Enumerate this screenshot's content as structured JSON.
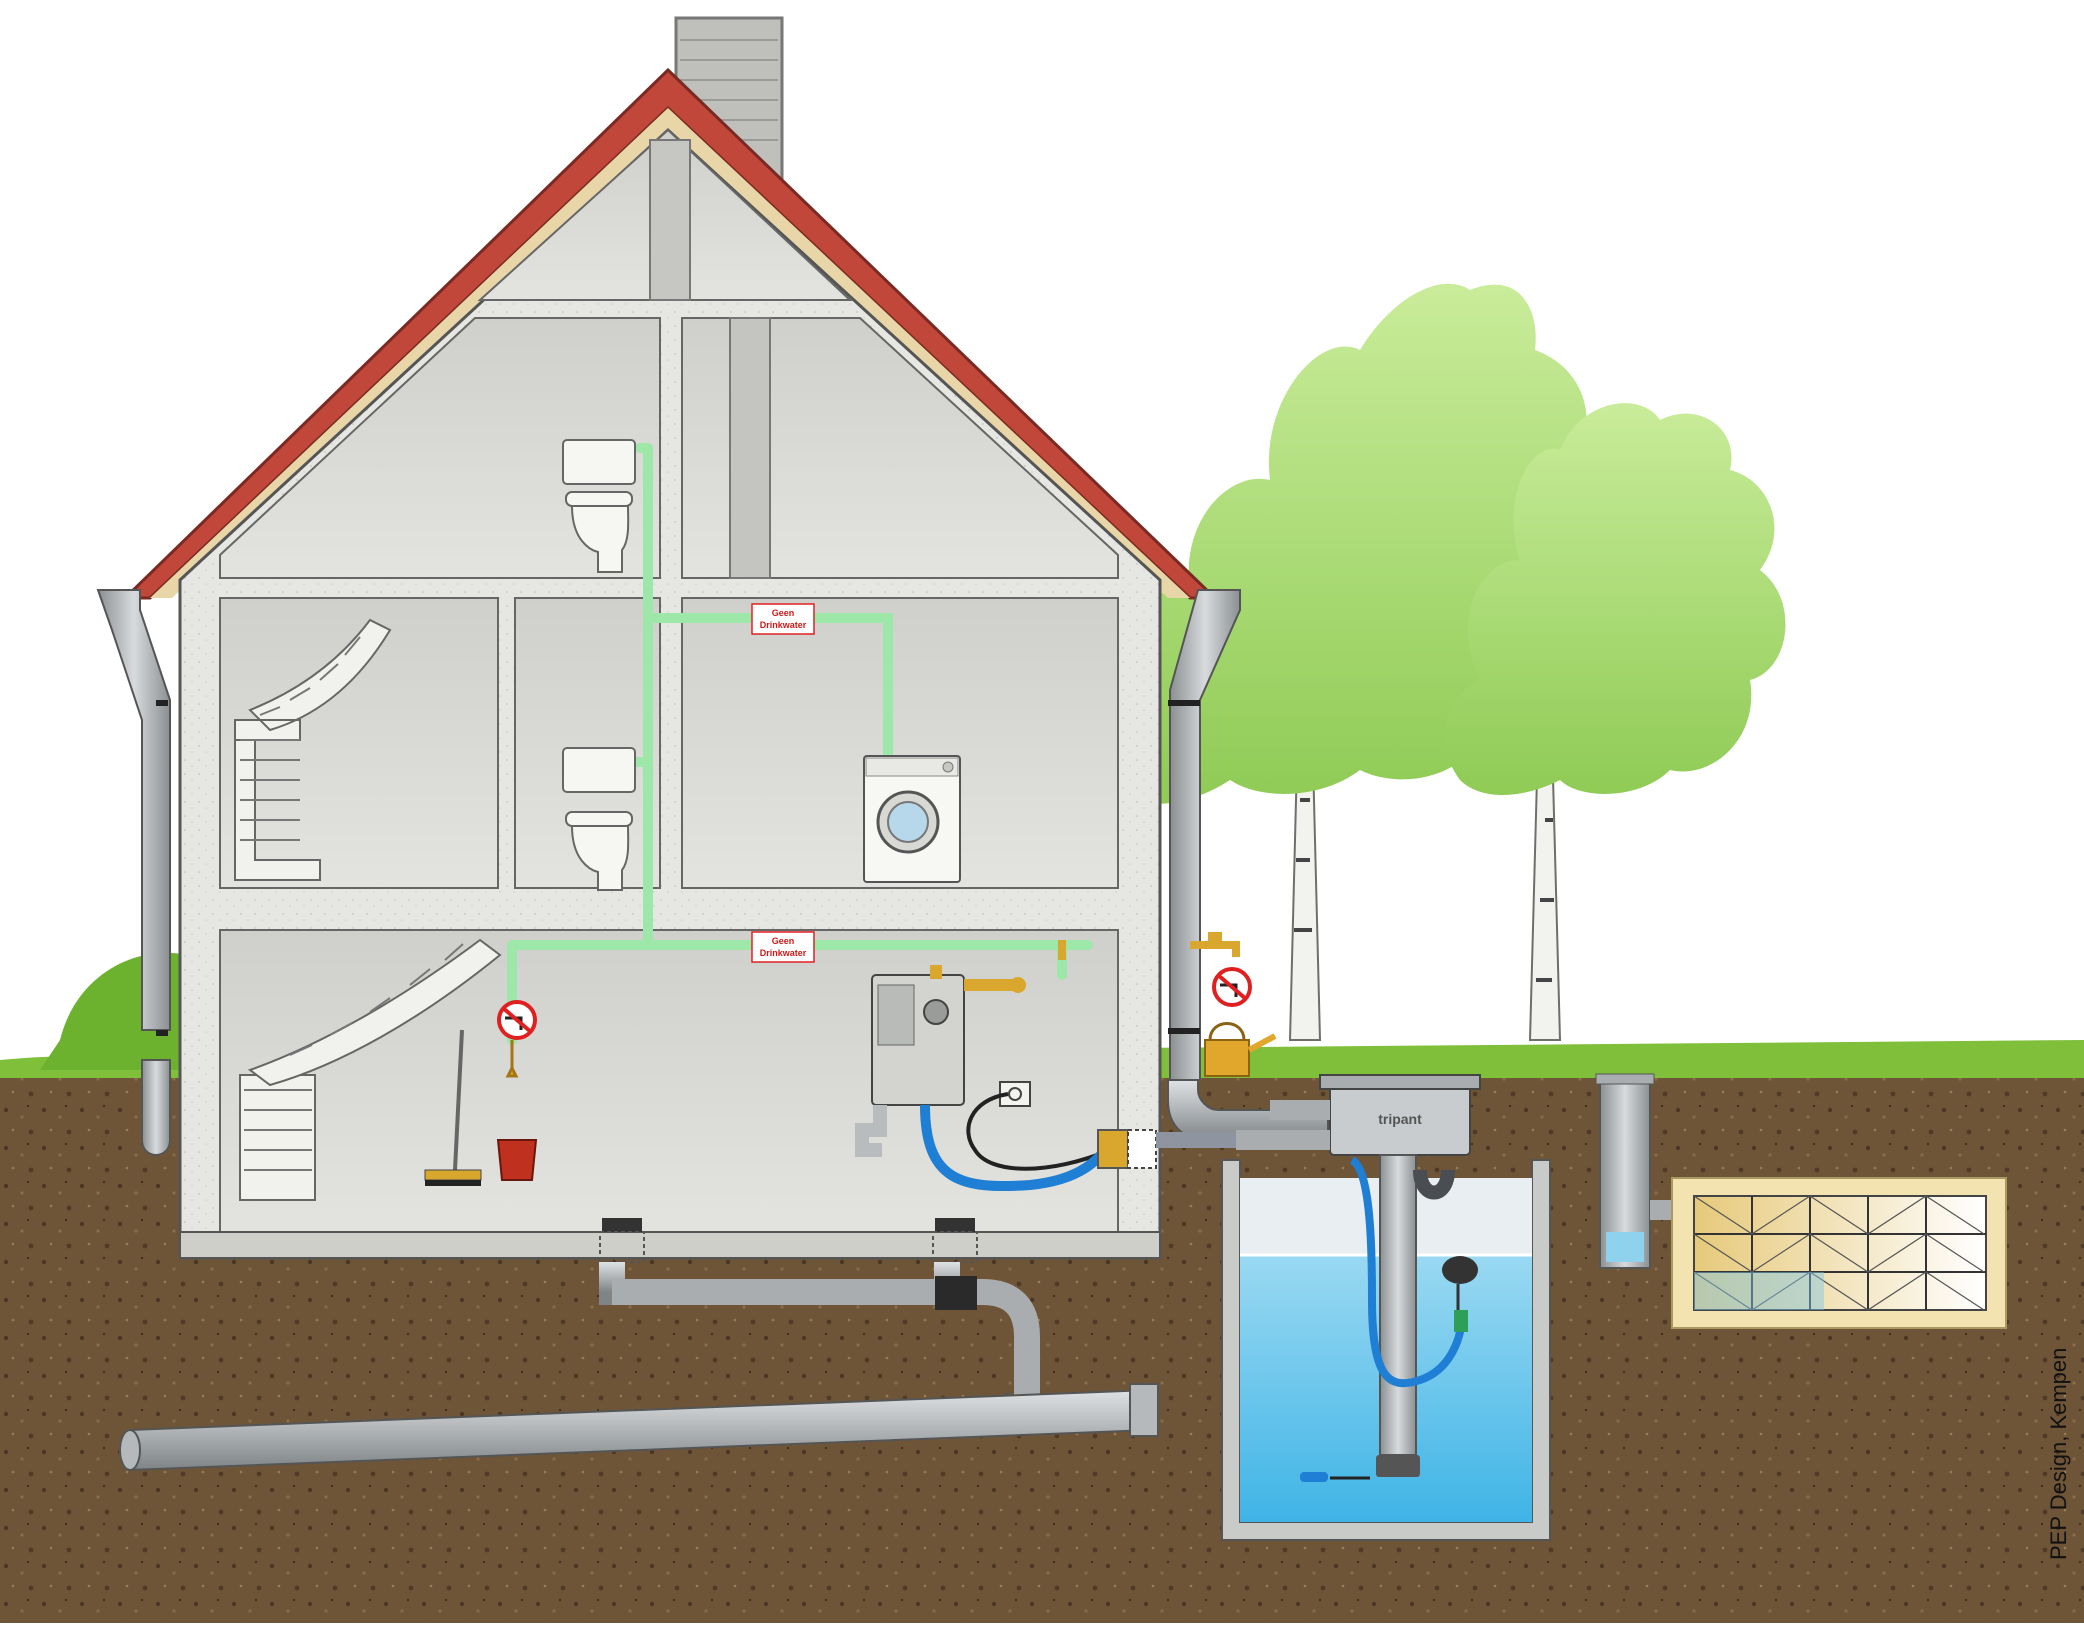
{
  "labels": {
    "geen_drinkwater_upper": [
      "Geen",
      "Drinkwater"
    ],
    "geen_drinkwater_lower": [
      "Geen",
      "Drinkwater"
    ],
    "filter_brand": "tripant",
    "credit": "PEP Design, Kempen"
  },
  "icons": [
    "no-drinking-water-icon",
    "faucet-icon",
    "watering-can-icon",
    "toilet-icon",
    "washing-machine-icon",
    "pump-control-unit-icon",
    "power-socket-icon",
    "bucket-icon",
    "broom-icon",
    "float-switch-icon",
    "submersible-pump-icon"
  ],
  "colors": {
    "sky": "#ffffff",
    "soil": "#6b5236",
    "grass": "#8cc63f",
    "tree_foliage": "#a6d86a",
    "roof_tiles": "#c0473a",
    "house_wall": "#dcdcd8",
    "pipe_grey": "#b8bcbf",
    "rainwater_line": "#9de8a8",
    "water": "#6fc8ec",
    "hose_blue": "#1f7fd4",
    "prohibition_red": "#e02020",
    "brass": "#d9a62e",
    "infiltration_crate": "#f3e3b0"
  }
}
